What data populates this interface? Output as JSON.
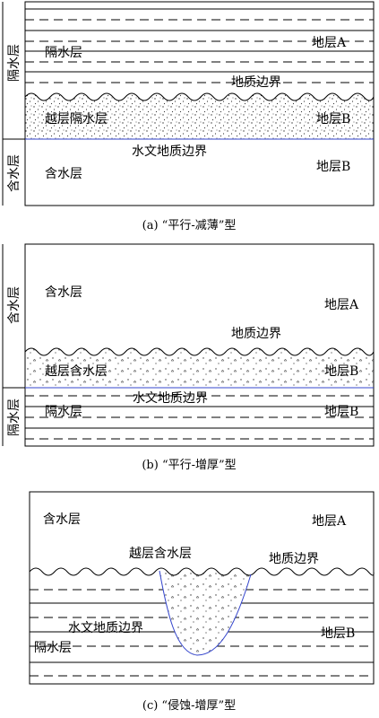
{
  "panel_a": {
    "side_top": "隔水层",
    "side_bottom": "含水层",
    "aquitard": "隔水层",
    "stratum_a": "地层A",
    "geo_boundary": "地质边界",
    "cross_aquitard": "越层隔水层",
    "stratum_b1": "地层B",
    "hydro_boundary": "水文地质边界",
    "aquifer": "含水层",
    "stratum_b2": "地层B",
    "caption": "(a) “平行-减薄”型"
  },
  "panel_b": {
    "side_top": "含水层",
    "side_bottom": "隔水层",
    "aquifer": "含水层",
    "stratum_a": "地层A",
    "geo_boundary": "地质边界",
    "cross_aquifer": "越层含水层",
    "stratum_b1": "地层B",
    "hydro_boundary": "水文地质边界",
    "aquitard": "隔水层",
    "stratum_b2": "地层B",
    "caption": "(b) “平行-增厚”型"
  },
  "panel_c": {
    "aquifer": "含水层",
    "stratum_a": "地层A",
    "cross_aquifer": "越层含水层",
    "geo_boundary": "地质边界",
    "hydro_boundary": "水文地质边界",
    "aquitard": "隔水层",
    "stratum_b": "地层B",
    "caption": "(c) “侵蚀-增厚”型"
  },
  "colors": {
    "line": "#000000",
    "hydro_line": "#3344cc",
    "dots": "#333333"
  }
}
